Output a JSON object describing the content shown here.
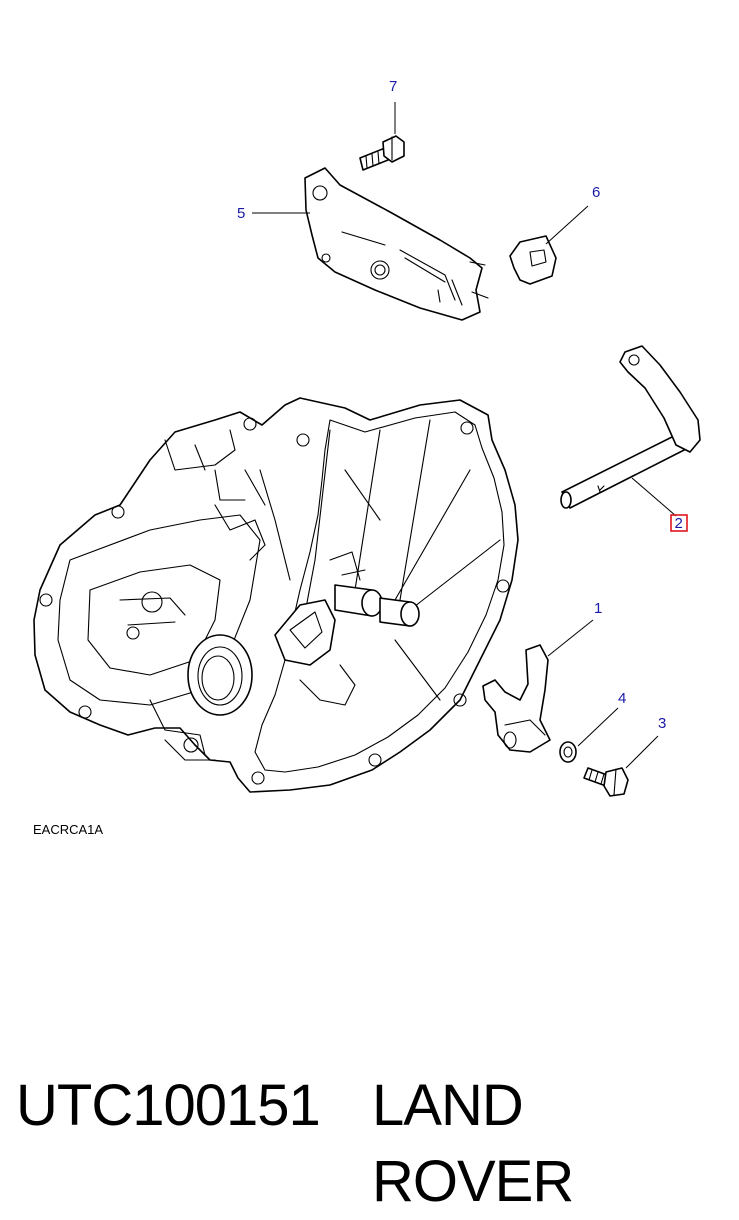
{
  "diagram": {
    "drawing_code": "EACRCA1A",
    "callouts": [
      {
        "id": "1",
        "label": "1",
        "highlighted": false
      },
      {
        "id": "2",
        "label": "2",
        "highlighted": true
      },
      {
        "id": "3",
        "label": "3",
        "highlighted": false
      },
      {
        "id": "4",
        "label": "4",
        "highlighted": false
      },
      {
        "id": "5",
        "label": "5",
        "highlighted": false
      },
      {
        "id": "6",
        "label": "6",
        "highlighted": false
      },
      {
        "id": "7",
        "label": "7",
        "highlighted": false
      }
    ],
    "colors": {
      "callout_text": "#1a1aa6",
      "highlight_box": "#e0141e",
      "line": "#000000",
      "background": "#ffffff"
    }
  },
  "caption": {
    "part_number": "UTC100151",
    "brand": "LAND ROVER"
  }
}
